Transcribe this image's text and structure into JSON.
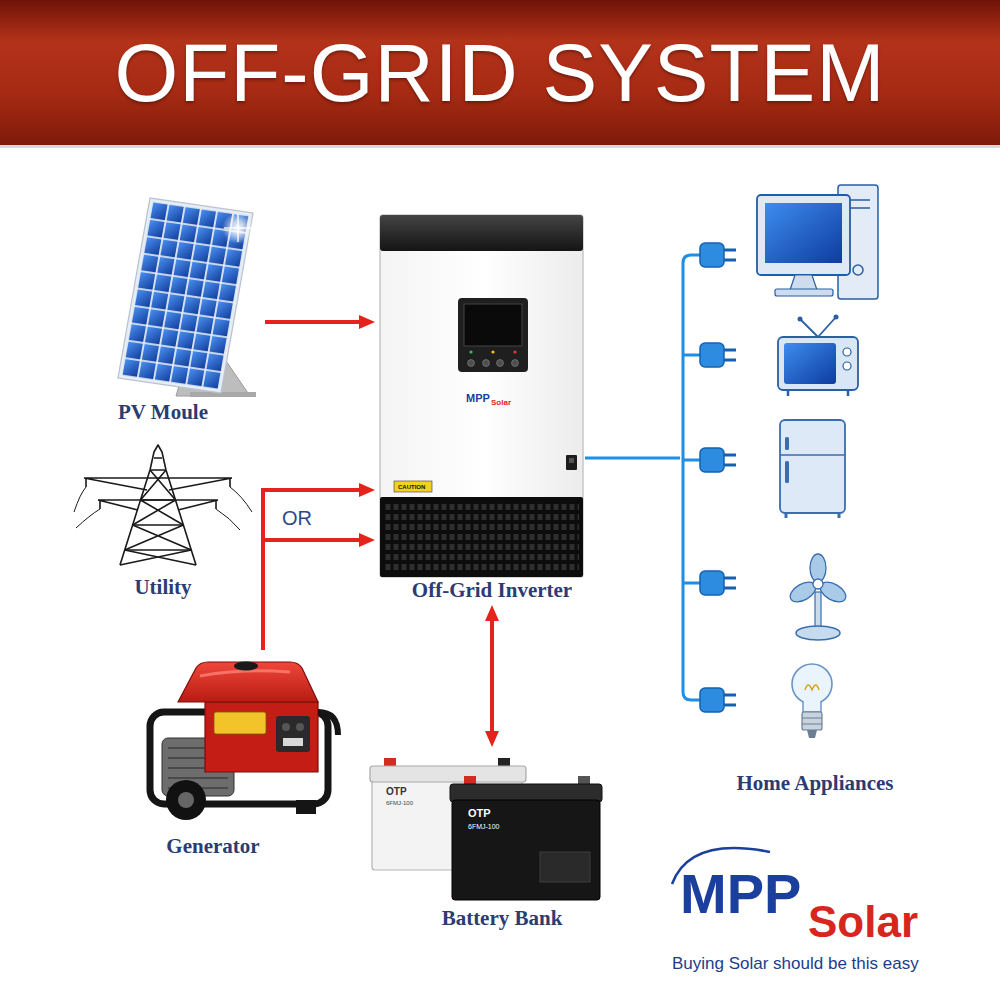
{
  "diagram": {
    "title": "OFF-GRID SYSTEM",
    "nodes": [
      {
        "text": [
          "PV Moule"
        ]
      },
      {
        "text": [
          "Utility"
        ]
      },
      {
        "text": [
          "Generator"
        ]
      },
      {
        "text": [
          "Off-Grid Inverter"
        ]
      },
      {
        "text": [
          "Battery Bank"
        ]
      },
      {
        "text": [
          "Home Appliances"
        ]
      }
    ],
    "edges": [
      {
        "from": 0,
        "to": 3,
        "arrow": "to"
      },
      {
        "from": 1,
        "to": 3,
        "arrow": "to"
      },
      {
        "from": 2,
        "to": 3,
        "arrow": "to"
      },
      {
        "from": 3,
        "to": 4,
        "arrow": "both"
      },
      {
        "from": 3,
        "to": 5,
        "arrow": "none"
      }
    ],
    "labels": [
      "OR",
      "MPP",
      "Solar",
      "CAUTION",
      "OTP",
      "6FMJ-100",
      "OTP",
      "6FMJ-100",
      "MPP",
      "Solar",
      "Buying Solar should be this easy"
    ]
  }
}
